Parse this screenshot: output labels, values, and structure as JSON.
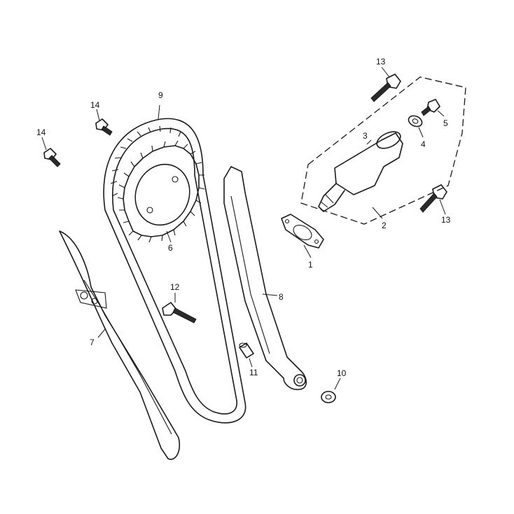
{
  "colors": {
    "line": "#1a1a1a",
    "background": "#ffffff"
  },
  "callouts": {
    "c1": "1",
    "c2": "2",
    "c3": "3",
    "c4": "4",
    "c5": "5",
    "c6": "6",
    "c7": "7",
    "c8": "8",
    "c9": "9",
    "c10": "10",
    "c11": "11",
    "c12": "12",
    "c13a": "13",
    "c13b": "13",
    "c14a": "14",
    "c14b": "14"
  }
}
